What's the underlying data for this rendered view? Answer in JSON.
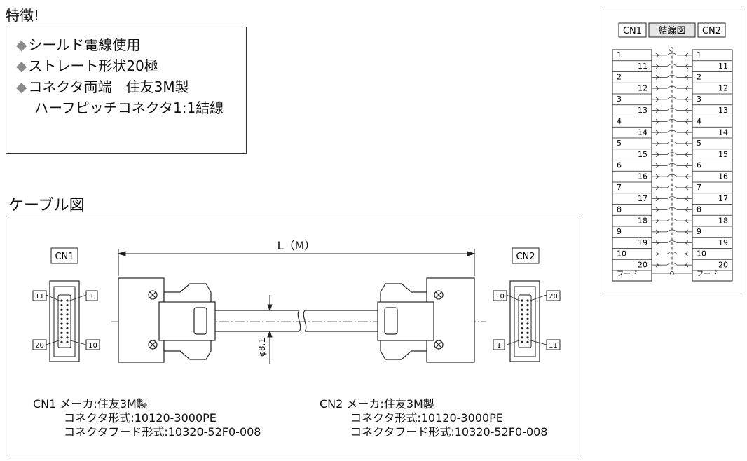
{
  "features": {
    "heading": "特徴!",
    "items": [
      "シールド電線使用",
      "ストレート形状20極",
      "コネクタ両端　住友3M製"
    ],
    "continuation": "ハーフピッチコネクタ1:1結線",
    "bullet_color": "#8a8a8a"
  },
  "cable": {
    "heading": "ケーブル図",
    "length_label": "L（M）",
    "diameter_label": "φ8.1",
    "cn1": {
      "label": "CN1",
      "pins": {
        "top_left": "11",
        "top_right": "1",
        "bottom_left": "20",
        "bottom_right": "10"
      }
    },
    "cn2": {
      "label": "CN2",
      "pins": {
        "top_left": "10",
        "top_right": "20",
        "bottom_left": "1",
        "bottom_right": "11"
      }
    },
    "specs": {
      "cn1": {
        "label": "CN1",
        "maker": "メーカ:住友3M製",
        "connector": "コネクタ形式:10120-3000PE",
        "hood": "コネクタフード形式:10320-52F0-008"
      },
      "cn2": {
        "label": "CN2",
        "maker": "メーカ:住友3M製",
        "connector": "コネクタ形式:10120-3000PE",
        "hood": "コネクタフード形式:10320-52F0-008"
      }
    }
  },
  "wiring": {
    "cn1_label": "CN1",
    "title": "結線図",
    "cn2_label": "CN2",
    "pairs": [
      [
        "1",
        "11"
      ],
      [
        "2",
        "12"
      ],
      [
        "3",
        "13"
      ],
      [
        "4",
        "14"
      ],
      [
        "5",
        "15"
      ],
      [
        "6",
        "16"
      ],
      [
        "7",
        "17"
      ],
      [
        "8",
        "18"
      ],
      [
        "9",
        "19"
      ],
      [
        "10",
        "20"
      ]
    ],
    "hood_label": "フード",
    "title_bg": "#e6e6e6"
  }
}
